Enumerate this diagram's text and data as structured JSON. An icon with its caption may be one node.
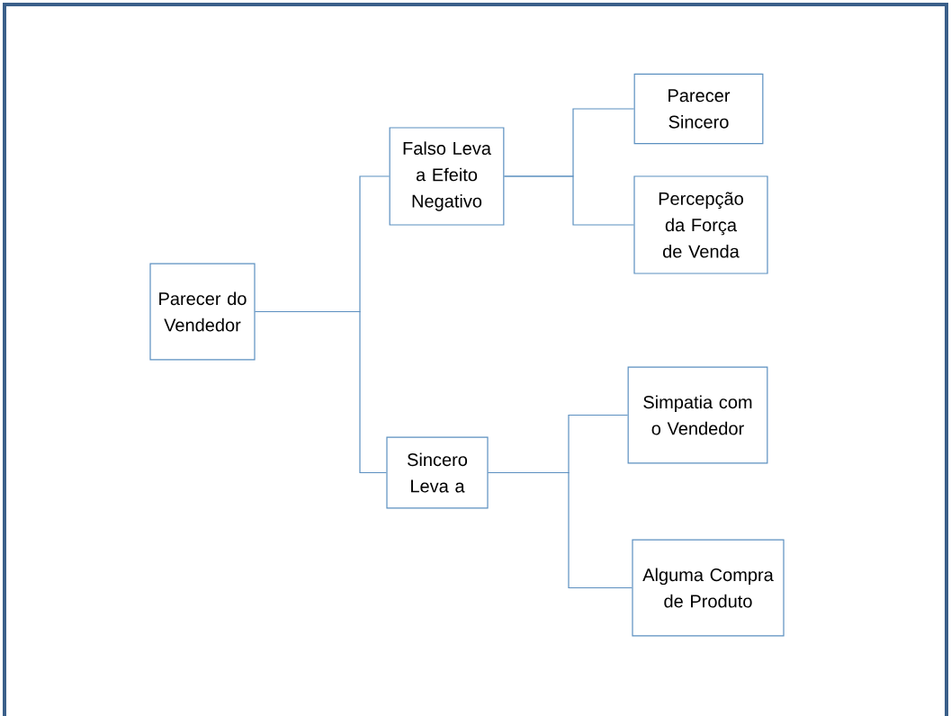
{
  "diagram": {
    "nodes": [
      {
        "text": [
          "Parecer do Vendedor"
        ]
      },
      {
        "text": [
          "Falso Leva a Efeito Negativo"
        ]
      },
      {
        "text": [
          "Sincero Leva a"
        ]
      },
      {
        "text": [
          "Parecer Sincero"
        ]
      },
      {
        "text": [
          "Percepção da Força de Venda"
        ]
      },
      {
        "text": [
          "Simpatia com o Vendedor"
        ]
      },
      {
        "text": [
          "Alguma Compra de Produto"
        ]
      }
    ],
    "edges": [
      {
        "from": 0,
        "to": 1,
        "arrow": "none"
      },
      {
        "from": 0,
        "to": 2,
        "arrow": "none"
      },
      {
        "from": 1,
        "to": 3,
        "arrow": "none"
      },
      {
        "from": 1,
        "to": 4,
        "arrow": "none"
      },
      {
        "from": 2,
        "to": 5,
        "arrow": "none"
      },
      {
        "from": 2,
        "to": 6,
        "arrow": "none"
      }
    ]
  }
}
